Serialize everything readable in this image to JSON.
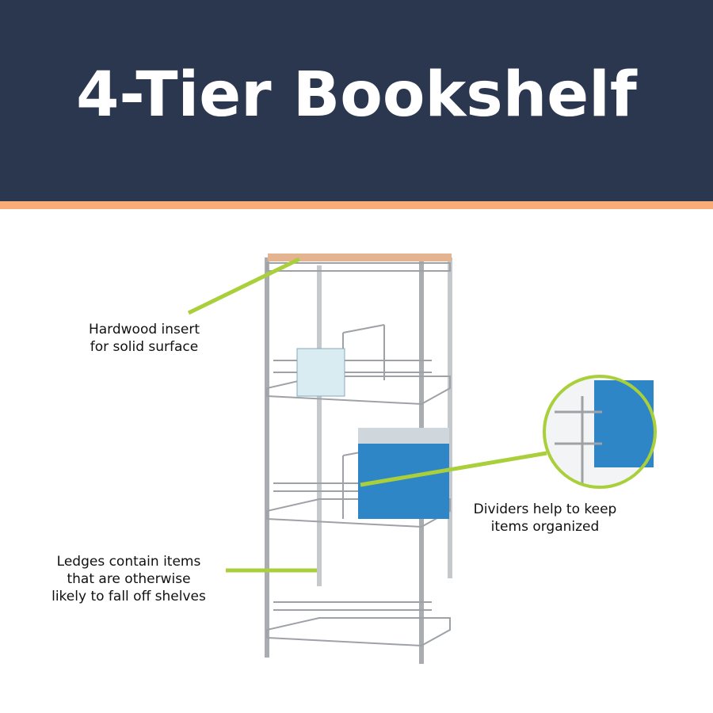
{
  "header": {
    "title": "4-Tier Bookshelf"
  },
  "callouts": [
    {
      "line1": "Hardwood insert",
      "line2": "for solid surface"
    },
    {
      "line1": "Dividers help to keep",
      "line2": "items organized"
    },
    {
      "line1": "Ledges contain items",
      "line2": "that are otherwise",
      "line3": "likely to fall off shelves"
    }
  ],
  "colors": {
    "header_bg": "#2b364f",
    "accent_band": "#f9ac78",
    "callout_line": "#a9cf3a",
    "wood": "#e3b48f",
    "chrome": "#b9bcc0",
    "books": "#2f86c6"
  }
}
